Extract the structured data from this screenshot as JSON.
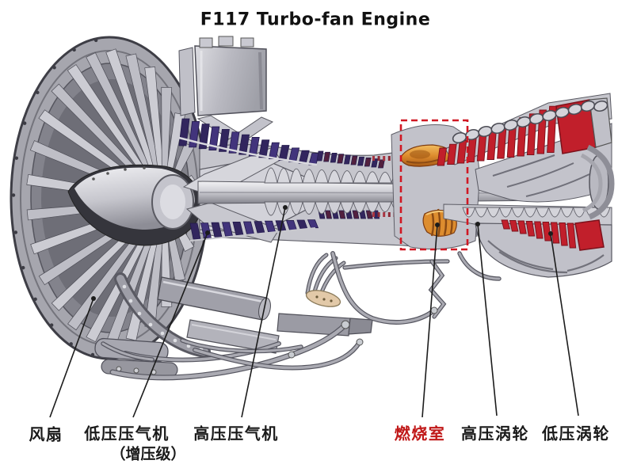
{
  "title": "F117 Turbo-fan Engine",
  "labels": [
    {
      "id": "fan",
      "text": "风扇",
      "sub": "",
      "color": "#1a1a1a"
    },
    {
      "id": "lpc",
      "text": "低压压气机",
      "sub": "（增压级）",
      "color": "#1a1a1a"
    },
    {
      "id": "hpc",
      "text": "高压压气机",
      "sub": "",
      "color": "#1a1a1a"
    },
    {
      "id": "combustor",
      "text": "燃烧室",
      "sub": "",
      "color": "#c01818"
    },
    {
      "id": "hpt",
      "text": "高压涡轮",
      "sub": "",
      "color": "#1a1a1a"
    },
    {
      "id": "lpt",
      "text": "低压涡轮",
      "sub": "",
      "color": "#1a1a1a"
    }
  ],
  "annotations": {
    "highlight_box": {
      "target": "combustor",
      "color": "#d01823",
      "style": "dashed"
    },
    "leader_line_color": "#1c1c1c"
  },
  "colors": {
    "background": "#ffffff",
    "metal_light": "#d6d6dc",
    "metal_mid": "#b4b4bc",
    "metal_dark": "#55555e",
    "booster_purple": "#42347c",
    "booster_purple_dark": "#32265e",
    "compressor_speck_red": "#a83440",
    "combustor_orange": "#dd8c2e",
    "turbine_red": "#c11f2b",
    "turbine_red_dark": "#7c121c",
    "highlight_red": "#d01823"
  }
}
